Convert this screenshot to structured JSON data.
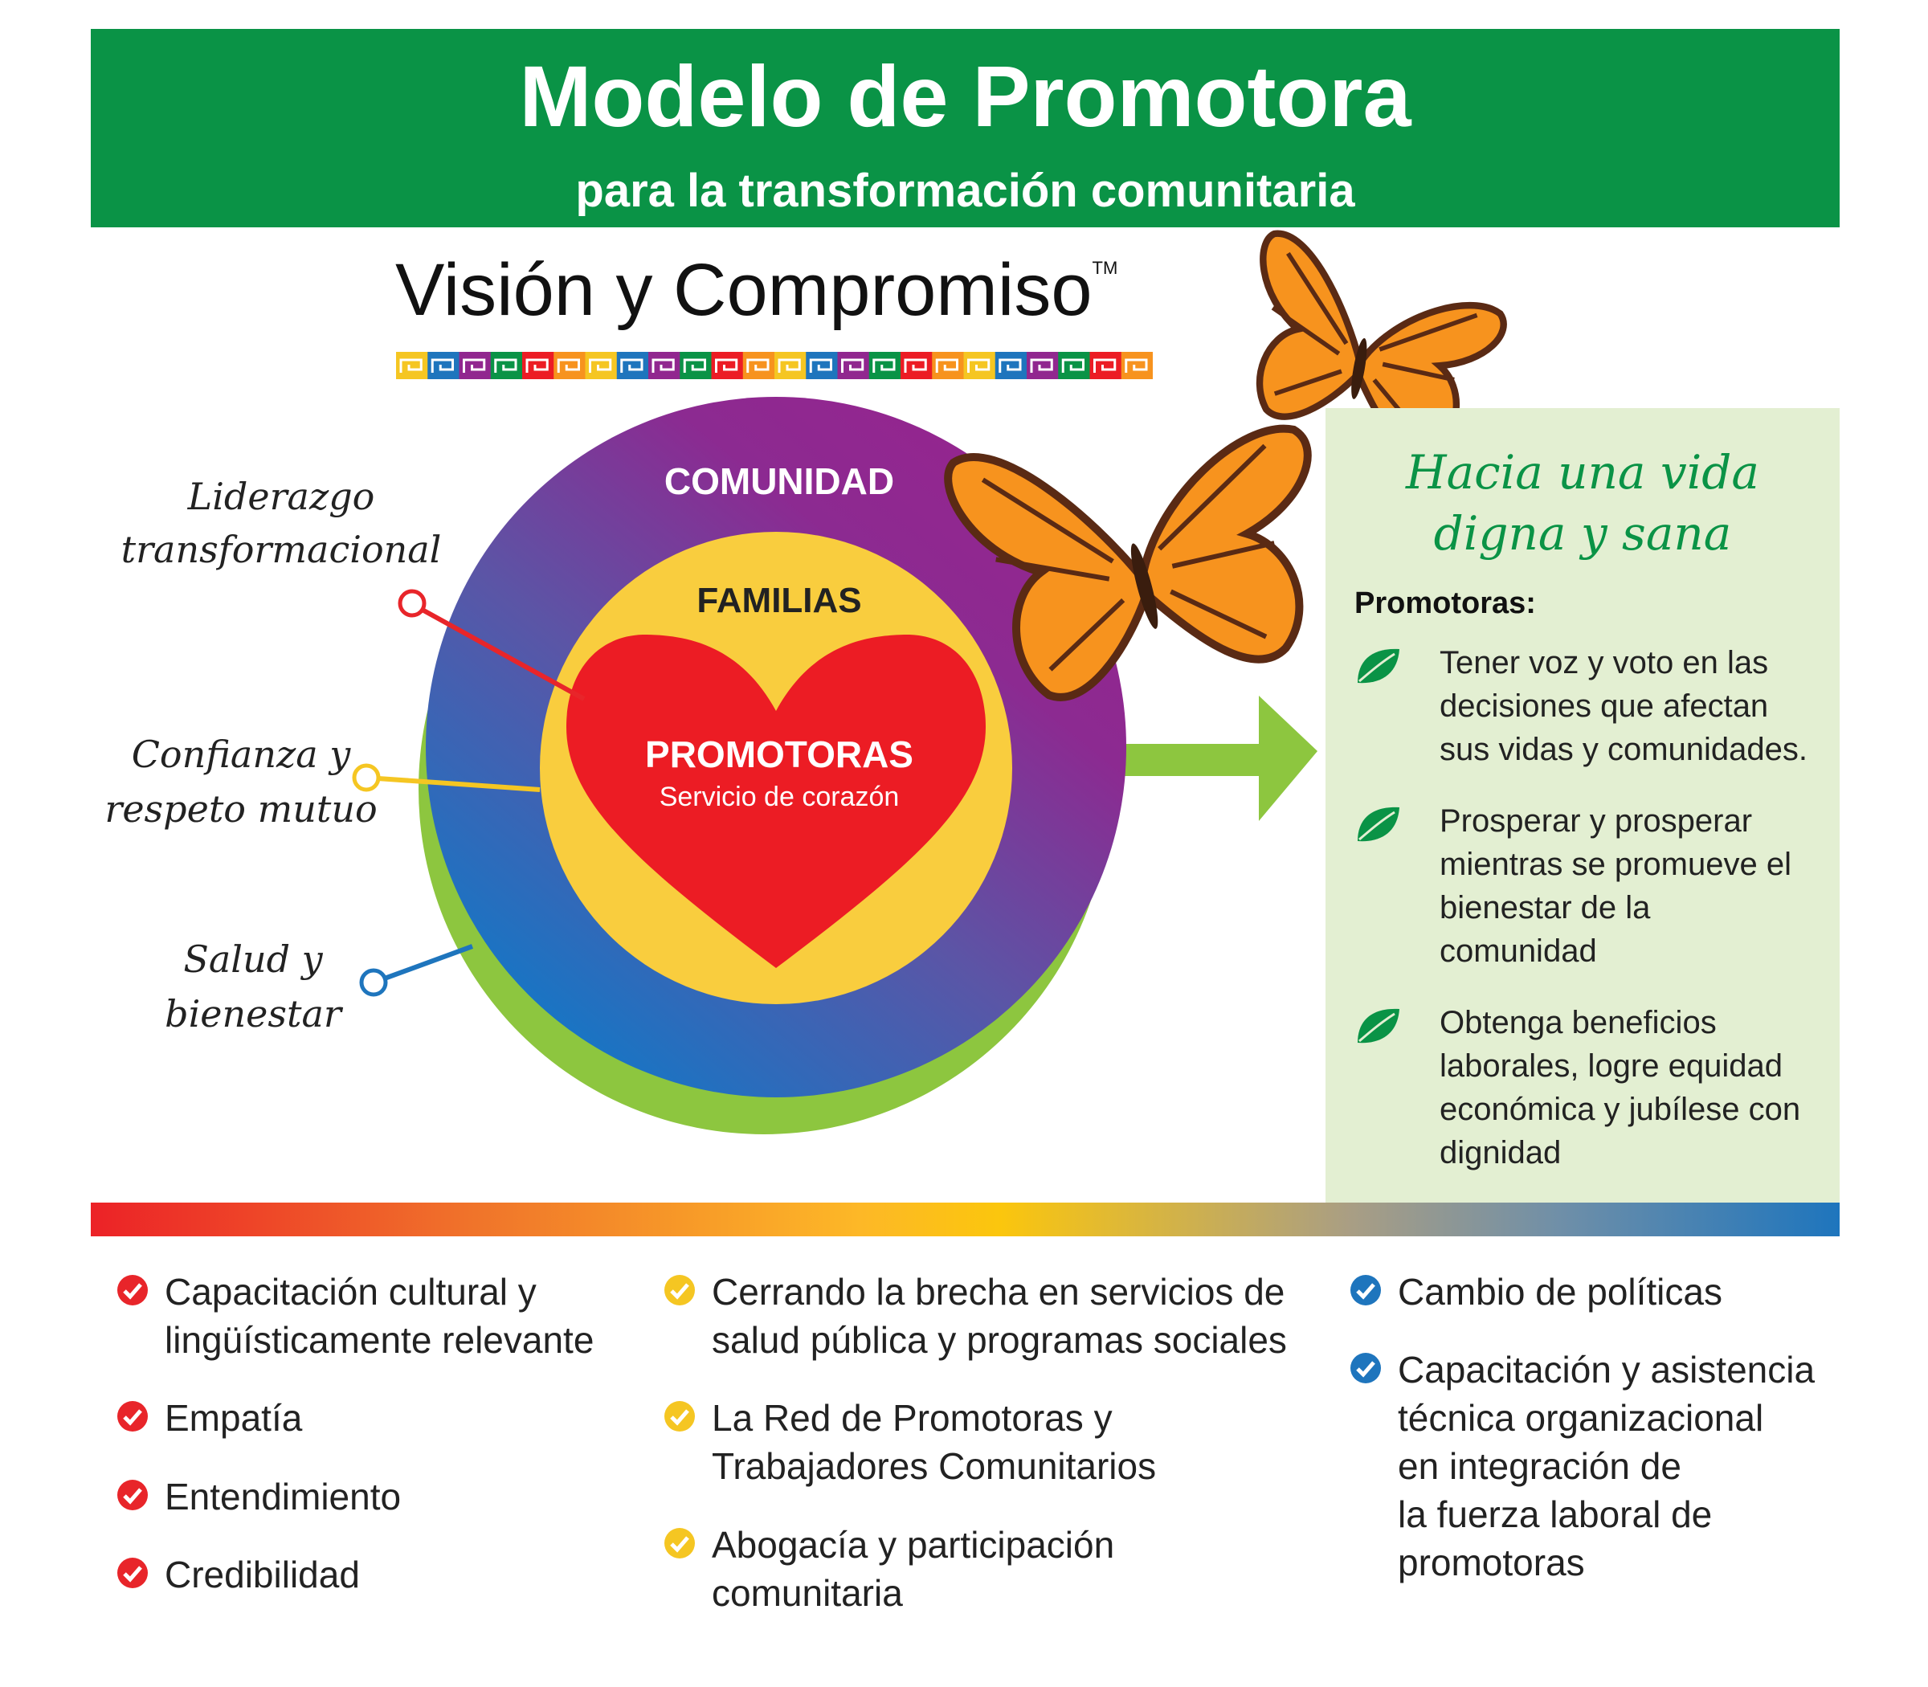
{
  "header": {
    "title": "Modelo de Promotora",
    "subtitle": "para la transformación comunitaria"
  },
  "vision": {
    "text": "Visión y Compromiso",
    "trademark": "TM"
  },
  "circles": {
    "outer": "COMUNIDAD",
    "middle": "FAMILIAS",
    "heart_title": "PROMOTORAS",
    "heart_subtitle": "Servicio de corazón"
  },
  "pillars": [
    {
      "line1": "Liderazgo",
      "line2": "transformacional",
      "color": "#e8252a"
    },
    {
      "line1": "Confianza y",
      "line2": "respeto mutuo",
      "color": "#f5c622"
    },
    {
      "line1": "Salud y",
      "line2": "bienestar",
      "color": "#1e75bd"
    }
  ],
  "panel": {
    "title_line1": "Hacia una vida",
    "title_line2": "digna y sana",
    "heading": "Promotoras:",
    "benefits": [
      {
        "line1": "Tener voz y voto en las",
        "line2": "decisiones que afectan",
        "line3": "sus vidas y comunidades.",
        "line4": ""
      },
      {
        "line1": "Prosperar y prosperar",
        "line2": "mientras se promueve el",
        "line3": "bienestar de la",
        "line4": "comunidad"
      },
      {
        "line1": "Obtenga beneficios",
        "line2": "laborales, logre equidad",
        "line3": "económica y jubílese con",
        "line4": "dignidad"
      }
    ]
  },
  "lists": {
    "red": [
      {
        "line1": "Capacitación cultural y",
        "line2": "lingüísticamente relevante"
      },
      {
        "line1": "Empatía",
        "line2": ""
      },
      {
        "line1": "Entendimiento",
        "line2": ""
      },
      {
        "line1": "Credibilidad",
        "line2": ""
      }
    ],
    "yellow": [
      {
        "line1": "Cerrando la brecha en servicios de",
        "line2": "salud pública y programas sociales"
      },
      {
        "line1": "La Red de Promotoras y",
        "line2": "Trabajadores Comunitarios"
      },
      {
        "line1": "Abogacía y participación",
        "line2": "comunitaria"
      }
    ],
    "blue": [
      {
        "line1": "Cambio de políticas",
        "line2": "",
        "line3": "",
        "line4": "",
        "line5": ""
      },
      {
        "line1": "Capacitación y asistencia",
        "line2": "técnica organizacional",
        "line3": "en integración de",
        "line4": "la fuerza laboral de",
        "line5": "promotoras"
      }
    ]
  },
  "colors": {
    "green_banner": "#0a9346",
    "purple": "#91278f",
    "blue": "#1e75bd",
    "yellow": "#f9cd3e",
    "heart_red": "#ec1c24",
    "ring_green": "#8dc63f",
    "panel_bg": "#e3efd2"
  },
  "icons": [
    "butterfly-icon",
    "leaf-icon",
    "check-circle-icon",
    "arrow-right-icon"
  ]
}
